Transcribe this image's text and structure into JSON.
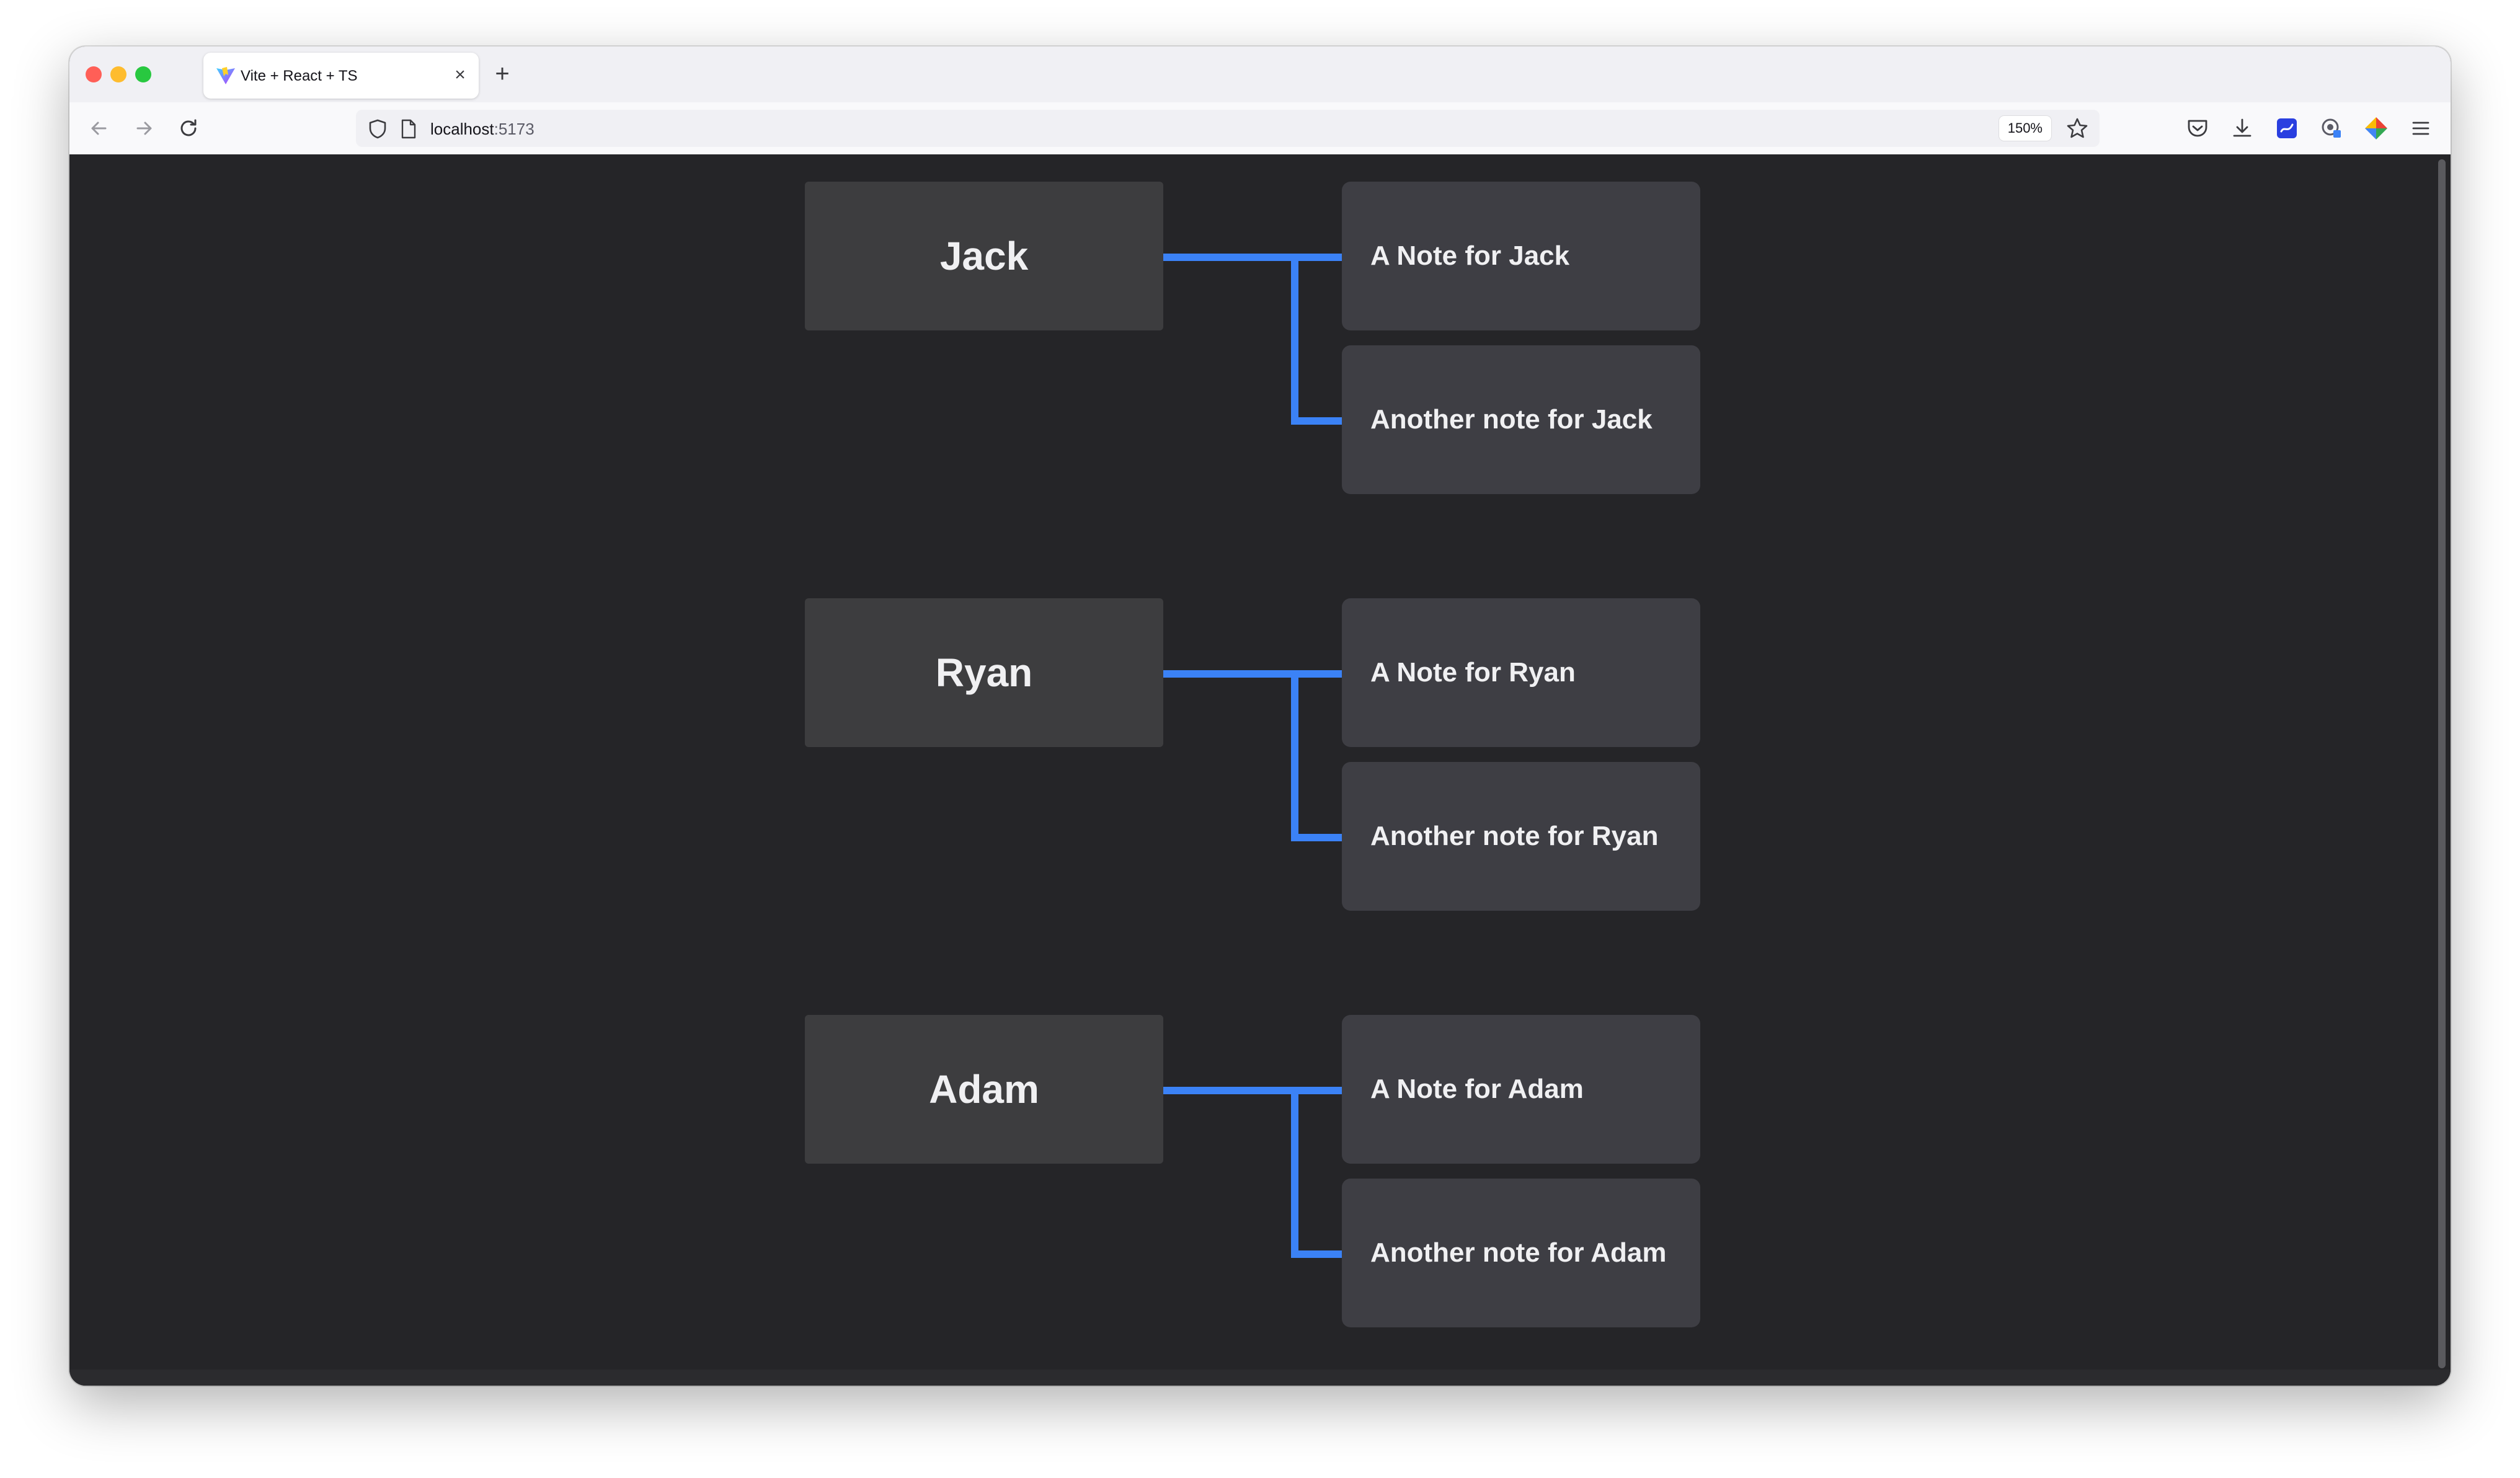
{
  "browser": {
    "tab": {
      "title": "Vite + React + TS"
    },
    "new_tab_glyph": "+",
    "close_glyph": "×",
    "url": {
      "host": "localhost",
      "port": ":5173"
    },
    "zoom": "150%"
  },
  "icons": {
    "favicon": "vite-logo-icon",
    "back": "arrow-left-icon",
    "forward": "arrow-right-icon",
    "reload": "reload-icon",
    "tracking": "shield-icon",
    "page": "page-icon",
    "bookmark": "star-icon",
    "toolbar": [
      "pocket-icon",
      "download-icon",
      "extension-icon",
      "account-icon",
      "extension-color-icon",
      "hamburger-menu-icon"
    ]
  },
  "colors": {
    "connector": "#3b82f6",
    "page_background": "#252528",
    "person_box": "#3d3d3f",
    "note_box": "#3e3e44"
  },
  "people": [
    {
      "name": "Jack",
      "notes": [
        "A Note for Jack",
        "Another note for Jack"
      ]
    },
    {
      "name": "Ryan",
      "notes": [
        "A Note for Ryan",
        "Another note for Ryan"
      ]
    },
    {
      "name": "Adam",
      "notes": [
        "A Note for Adam",
        "Another note for Adam"
      ]
    }
  ]
}
